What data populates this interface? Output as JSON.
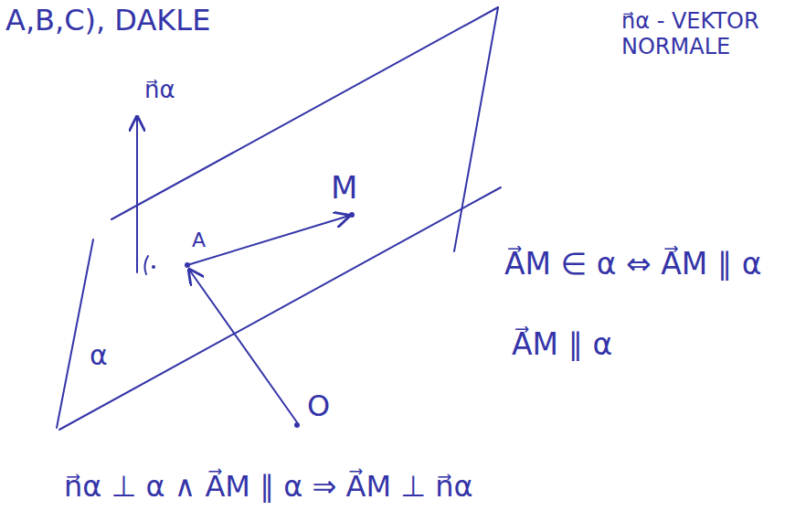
{
  "diagram": {
    "labels": [
      "A,B,C), DAKLE",
      "n⃗α - VEKTOR NORMALE",
      "n⃗α",
      "M",
      "A",
      "α",
      "O",
      "A⃗M ∈ α ⇔ A⃗M ∥ α",
      "A⃗M ∥ α",
      "n⃗α ⊥ α ∧ A⃗M ∥ α ⇒ A⃗M ⊥ n⃗α"
    ]
  }
}
